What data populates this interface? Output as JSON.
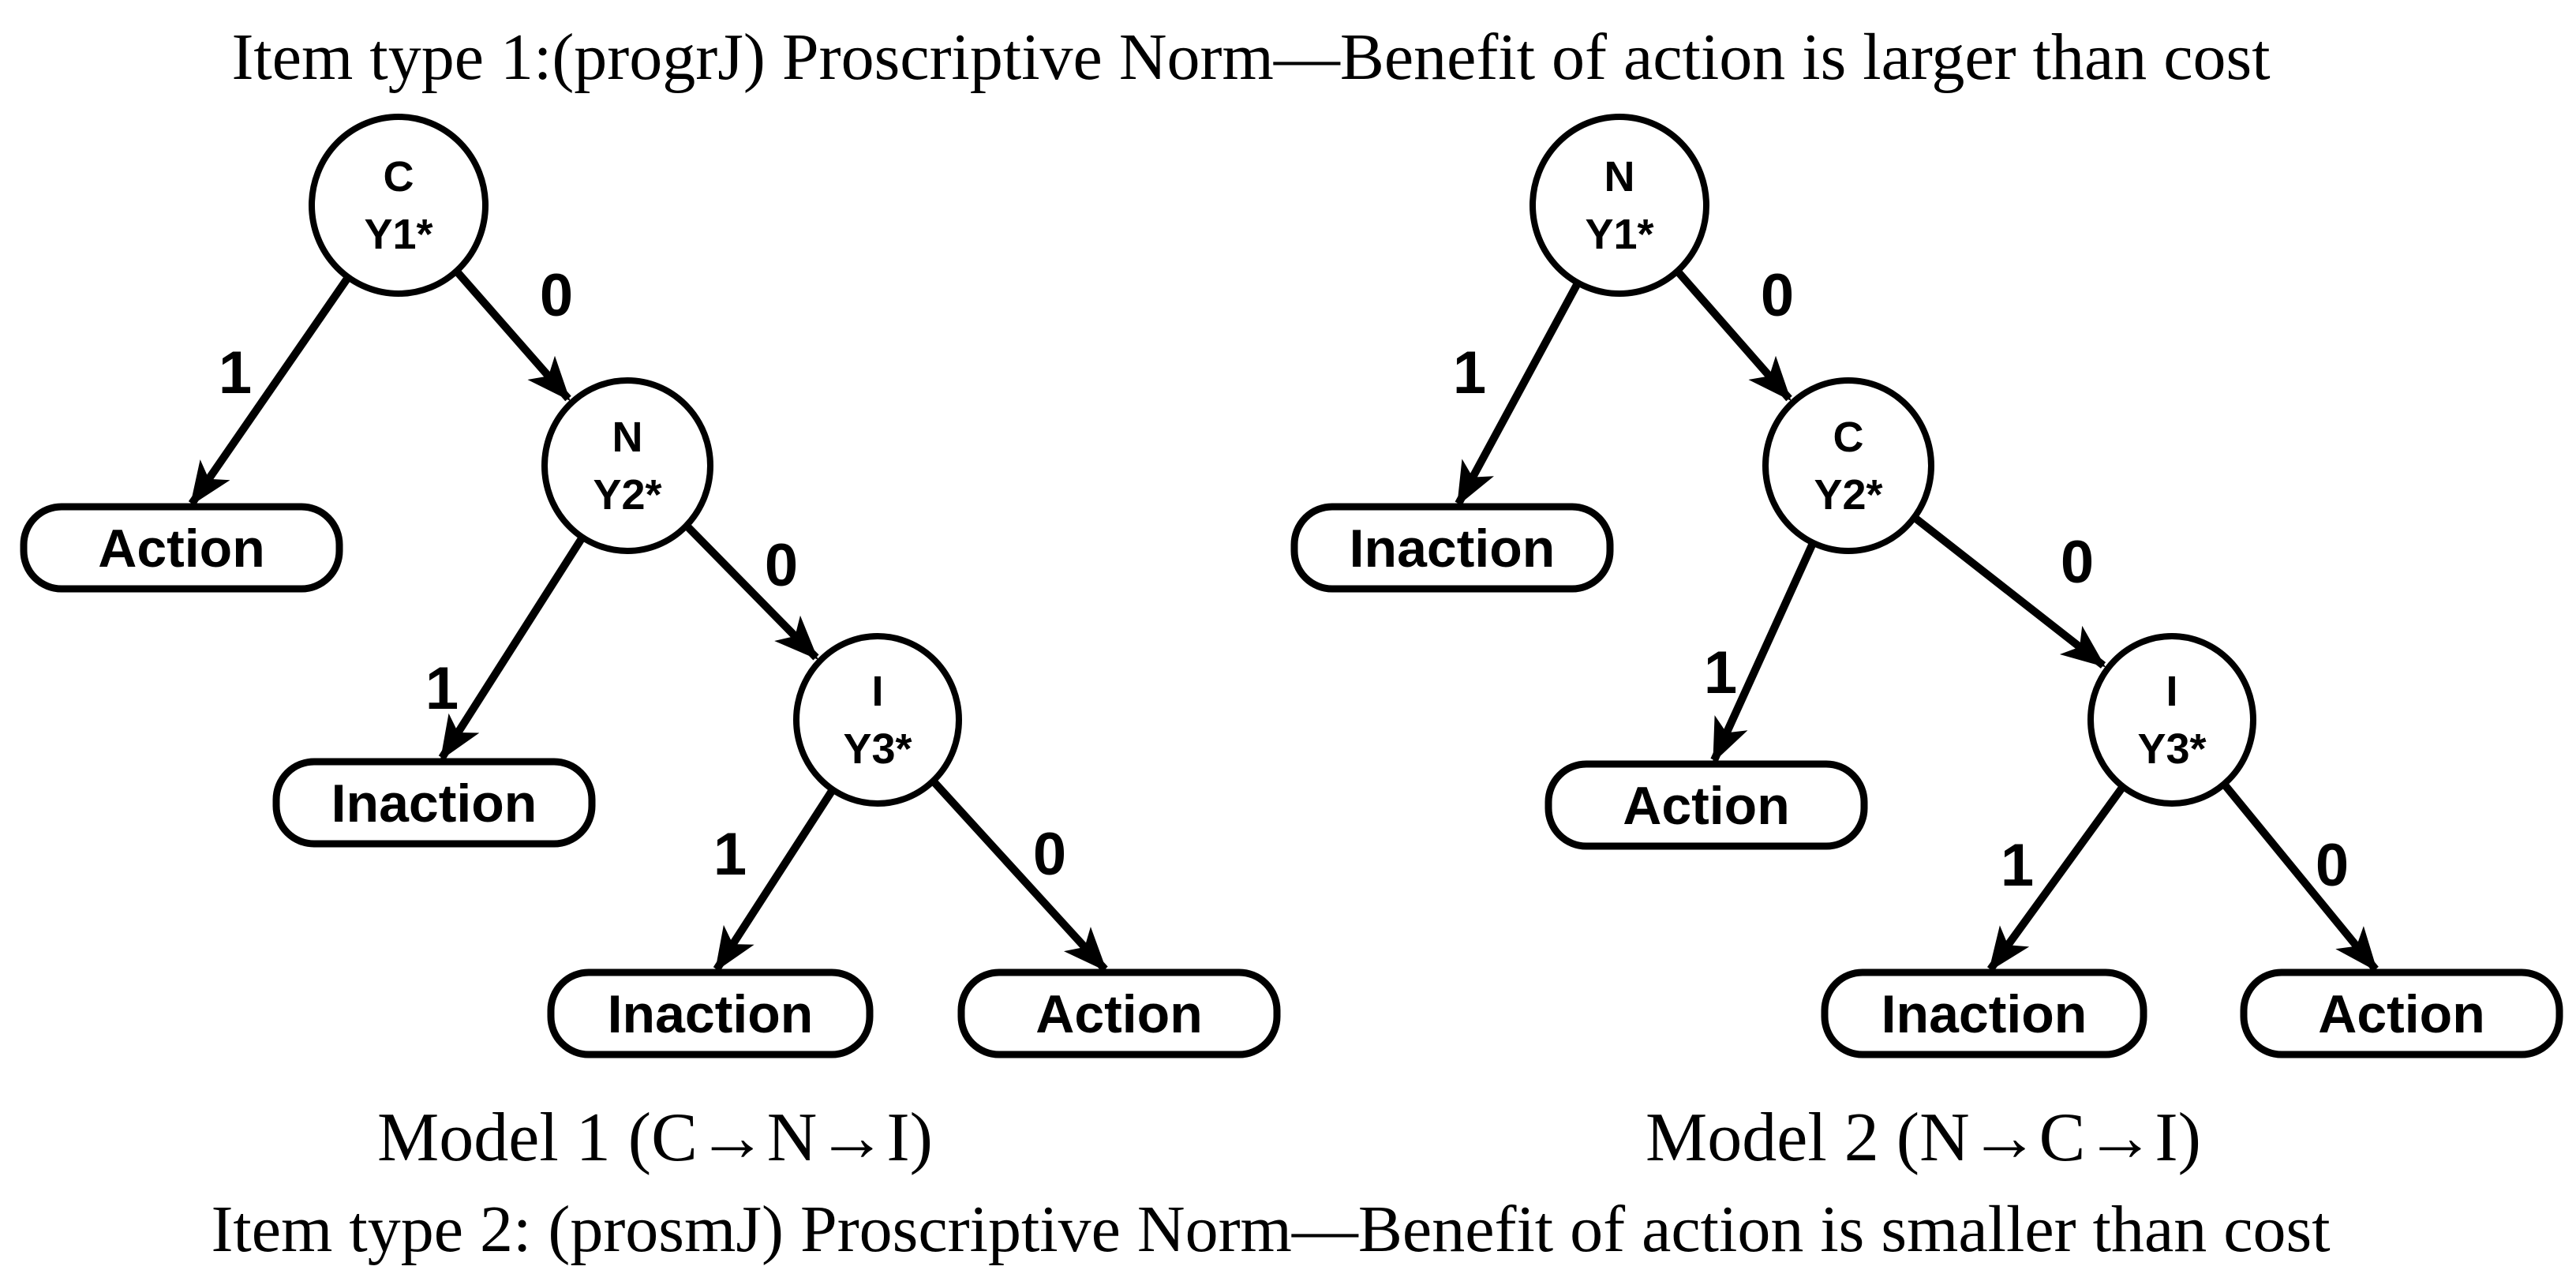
{
  "figure": {
    "top_caption": "Item type 1:(progrJ) Proscriptive Norm—Benefit of action is larger than cost",
    "bottom_caption": "Item type 2: (prosmJ) Proscriptive Norm—Benefit of action is smaller than cost",
    "colors": {
      "ink": "#000000",
      "background": "#ffffff"
    }
  },
  "model1": {
    "caption": "Model 1 (C→N→I)",
    "node1": {
      "label": "C",
      "sub": "Y1*"
    },
    "node2": {
      "label": "N",
      "sub": "Y2*"
    },
    "node3": {
      "label": "I",
      "sub": "Y3*"
    },
    "leaf1": "Action",
    "leaf2": "Inaction",
    "leaf3": "Inaction",
    "leaf4": "Action",
    "edge1": "1",
    "edge2": "0",
    "edge3": "1",
    "edge4": "0",
    "edge5": "1",
    "edge6": "0"
  },
  "model2": {
    "caption": "Model 2 (N→C→I)",
    "node1": {
      "label": "N",
      "sub": "Y1*"
    },
    "node2": {
      "label": "C",
      "sub": "Y2*"
    },
    "node3": {
      "label": "I",
      "sub": "Y3*"
    },
    "leaf1": "Inaction",
    "leaf2": "Action",
    "leaf3": "Inaction",
    "leaf4": "Action",
    "edge1": "1",
    "edge2": "0",
    "edge3": "1",
    "edge4": "0",
    "edge5": "1",
    "edge6": "0"
  }
}
